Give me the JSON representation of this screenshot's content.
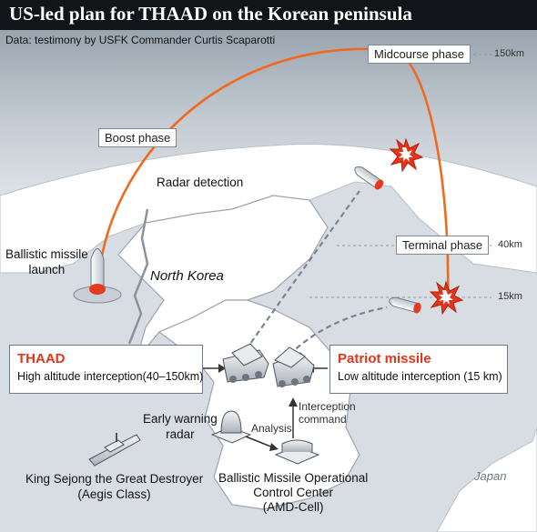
{
  "title": "US-led plan for THAAD on the Korean peninsula",
  "source": "Data: testimony by USFK Commander Curtis Scaparotti",
  "phases": {
    "boost": "Boost phase",
    "midcourse": "Midcourse phase",
    "terminal": "Terminal phase"
  },
  "altitudes": {
    "high": "150km",
    "mid": "40km",
    "low": "15km"
  },
  "labels": {
    "radar_detection": "Radar detection",
    "ballistic_launch": "Ballistic missile\nlaunch",
    "north_korea": "North Korea",
    "japan": "Japan",
    "early_warning": "Early warning\nradar",
    "analysis": "Analysis",
    "interception_command": "Interception\ncommand",
    "destroyer": "King Sejong the Great Destroyer\n(Aegis Class)",
    "control_center": "Ballistic Missile Operational\nControl Center\n(AMD-Cell)"
  },
  "thaad": {
    "name": "THAAD",
    "description": "High altitude interception(40–150km)"
  },
  "patriot": {
    "name": "Patriot missile",
    "description": "Low altitude interception (15 km)"
  },
  "colors": {
    "trajectory": "#f06a1e",
    "interception_label": "#e4351b",
    "land": "#ffffff",
    "sea": "#d7dde3",
    "header": "#111418"
  },
  "icons": {
    "explosion": "starburst-explosion-icon",
    "missile": "missile-icon",
    "thaad_launcher": "thaad-launcher-icon",
    "patriot_launcher": "patriot-launcher-icon",
    "radar": "radar-dome-icon",
    "command_center": "control-center-icon",
    "ship": "aegis-destroyer-icon"
  }
}
